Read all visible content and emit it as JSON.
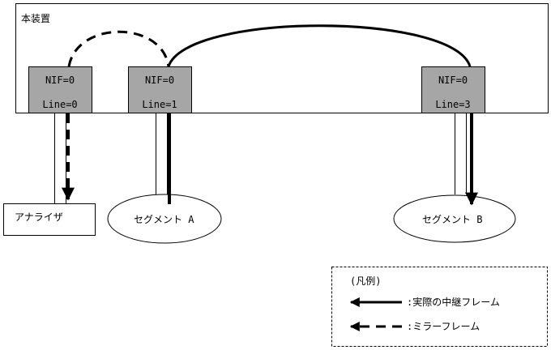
{
  "device": {
    "title": "本装置"
  },
  "ports": [
    {
      "nif": "NIF=0",
      "line": "Line=0"
    },
    {
      "nif": "NIF=0",
      "line": "Line=1"
    },
    {
      "nif": "NIF=0",
      "line": "Line=3"
    }
  ],
  "analyzer": {
    "label": "アナライザ"
  },
  "segments": [
    {
      "label": "セグメント A"
    },
    {
      "label": "セグメント B"
    }
  ],
  "legend": {
    "title": "(凡例)",
    "items": [
      {
        "label": ":実際の中継フレーム",
        "style": "solid"
      },
      {
        "label": ":ミラーフレーム",
        "style": "dashed"
      }
    ]
  },
  "colors": {
    "port_fill": "#a6a6a6",
    "line": "#000000",
    "background": "#ffffff"
  }
}
